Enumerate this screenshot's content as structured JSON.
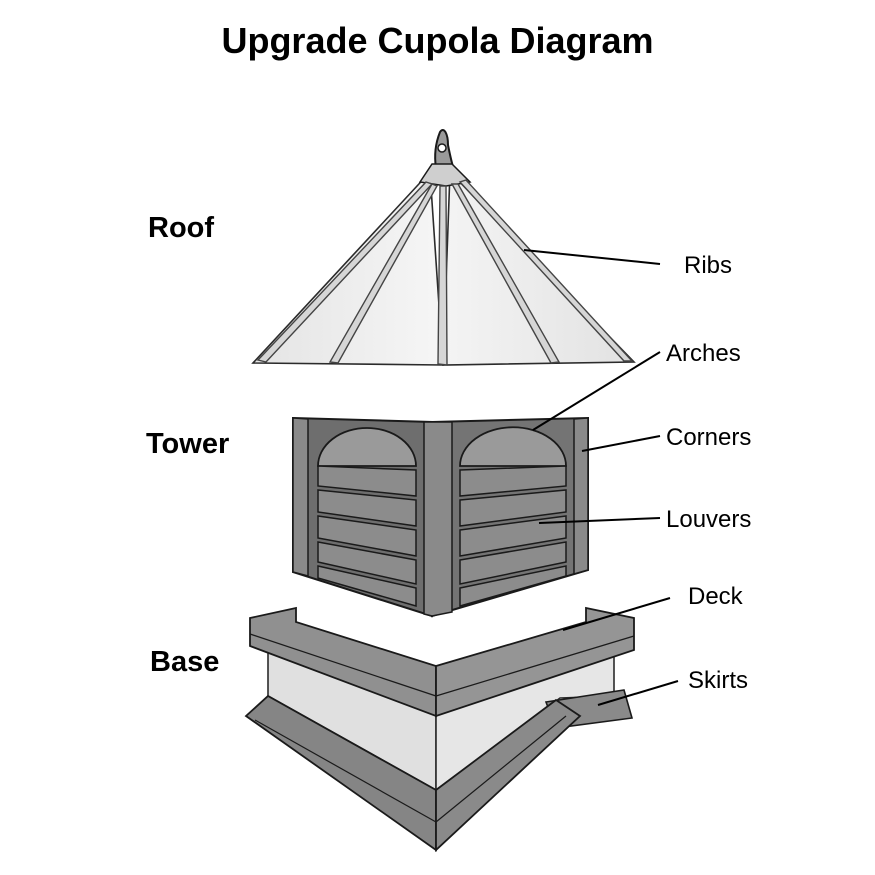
{
  "title": "Upgrade Cupola Diagram",
  "sections": {
    "roof": "Roof",
    "tower": "Tower",
    "base": "Base"
  },
  "callouts": {
    "ribs": "Ribs",
    "arches": "Arches",
    "corners": "Corners",
    "louvers": "Louvers",
    "deck": "Deck",
    "skirts": "Skirts"
  },
  "colors": {
    "roof_fill": "#f1f1f1",
    "tower_fill": "#6a6a6a",
    "base_fill": "#d9d9d9",
    "outline": "#1a1a1a"
  }
}
